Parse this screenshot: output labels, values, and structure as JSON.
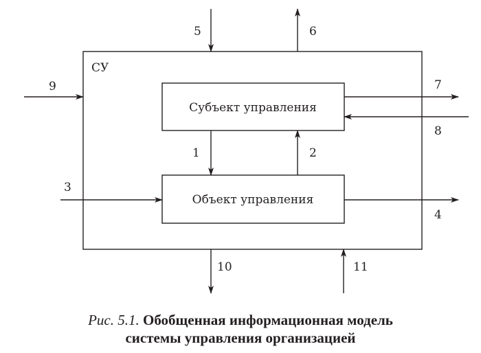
{
  "system_label": "СУ",
  "subject_box": "Субъект управления",
  "object_box": "Объект управления",
  "arrows": {
    "a1": "1",
    "a2": "2",
    "a3": "3",
    "a4": "4",
    "a5": "5",
    "a6": "6",
    "a7": "7",
    "a8": "8",
    "a9": "9",
    "a10": "10",
    "a11": "11"
  },
  "caption": {
    "prefix": "Рис. 5.1.",
    "line1": " Обобщенная информационная модель",
    "line2": "системы управления организацией"
  }
}
